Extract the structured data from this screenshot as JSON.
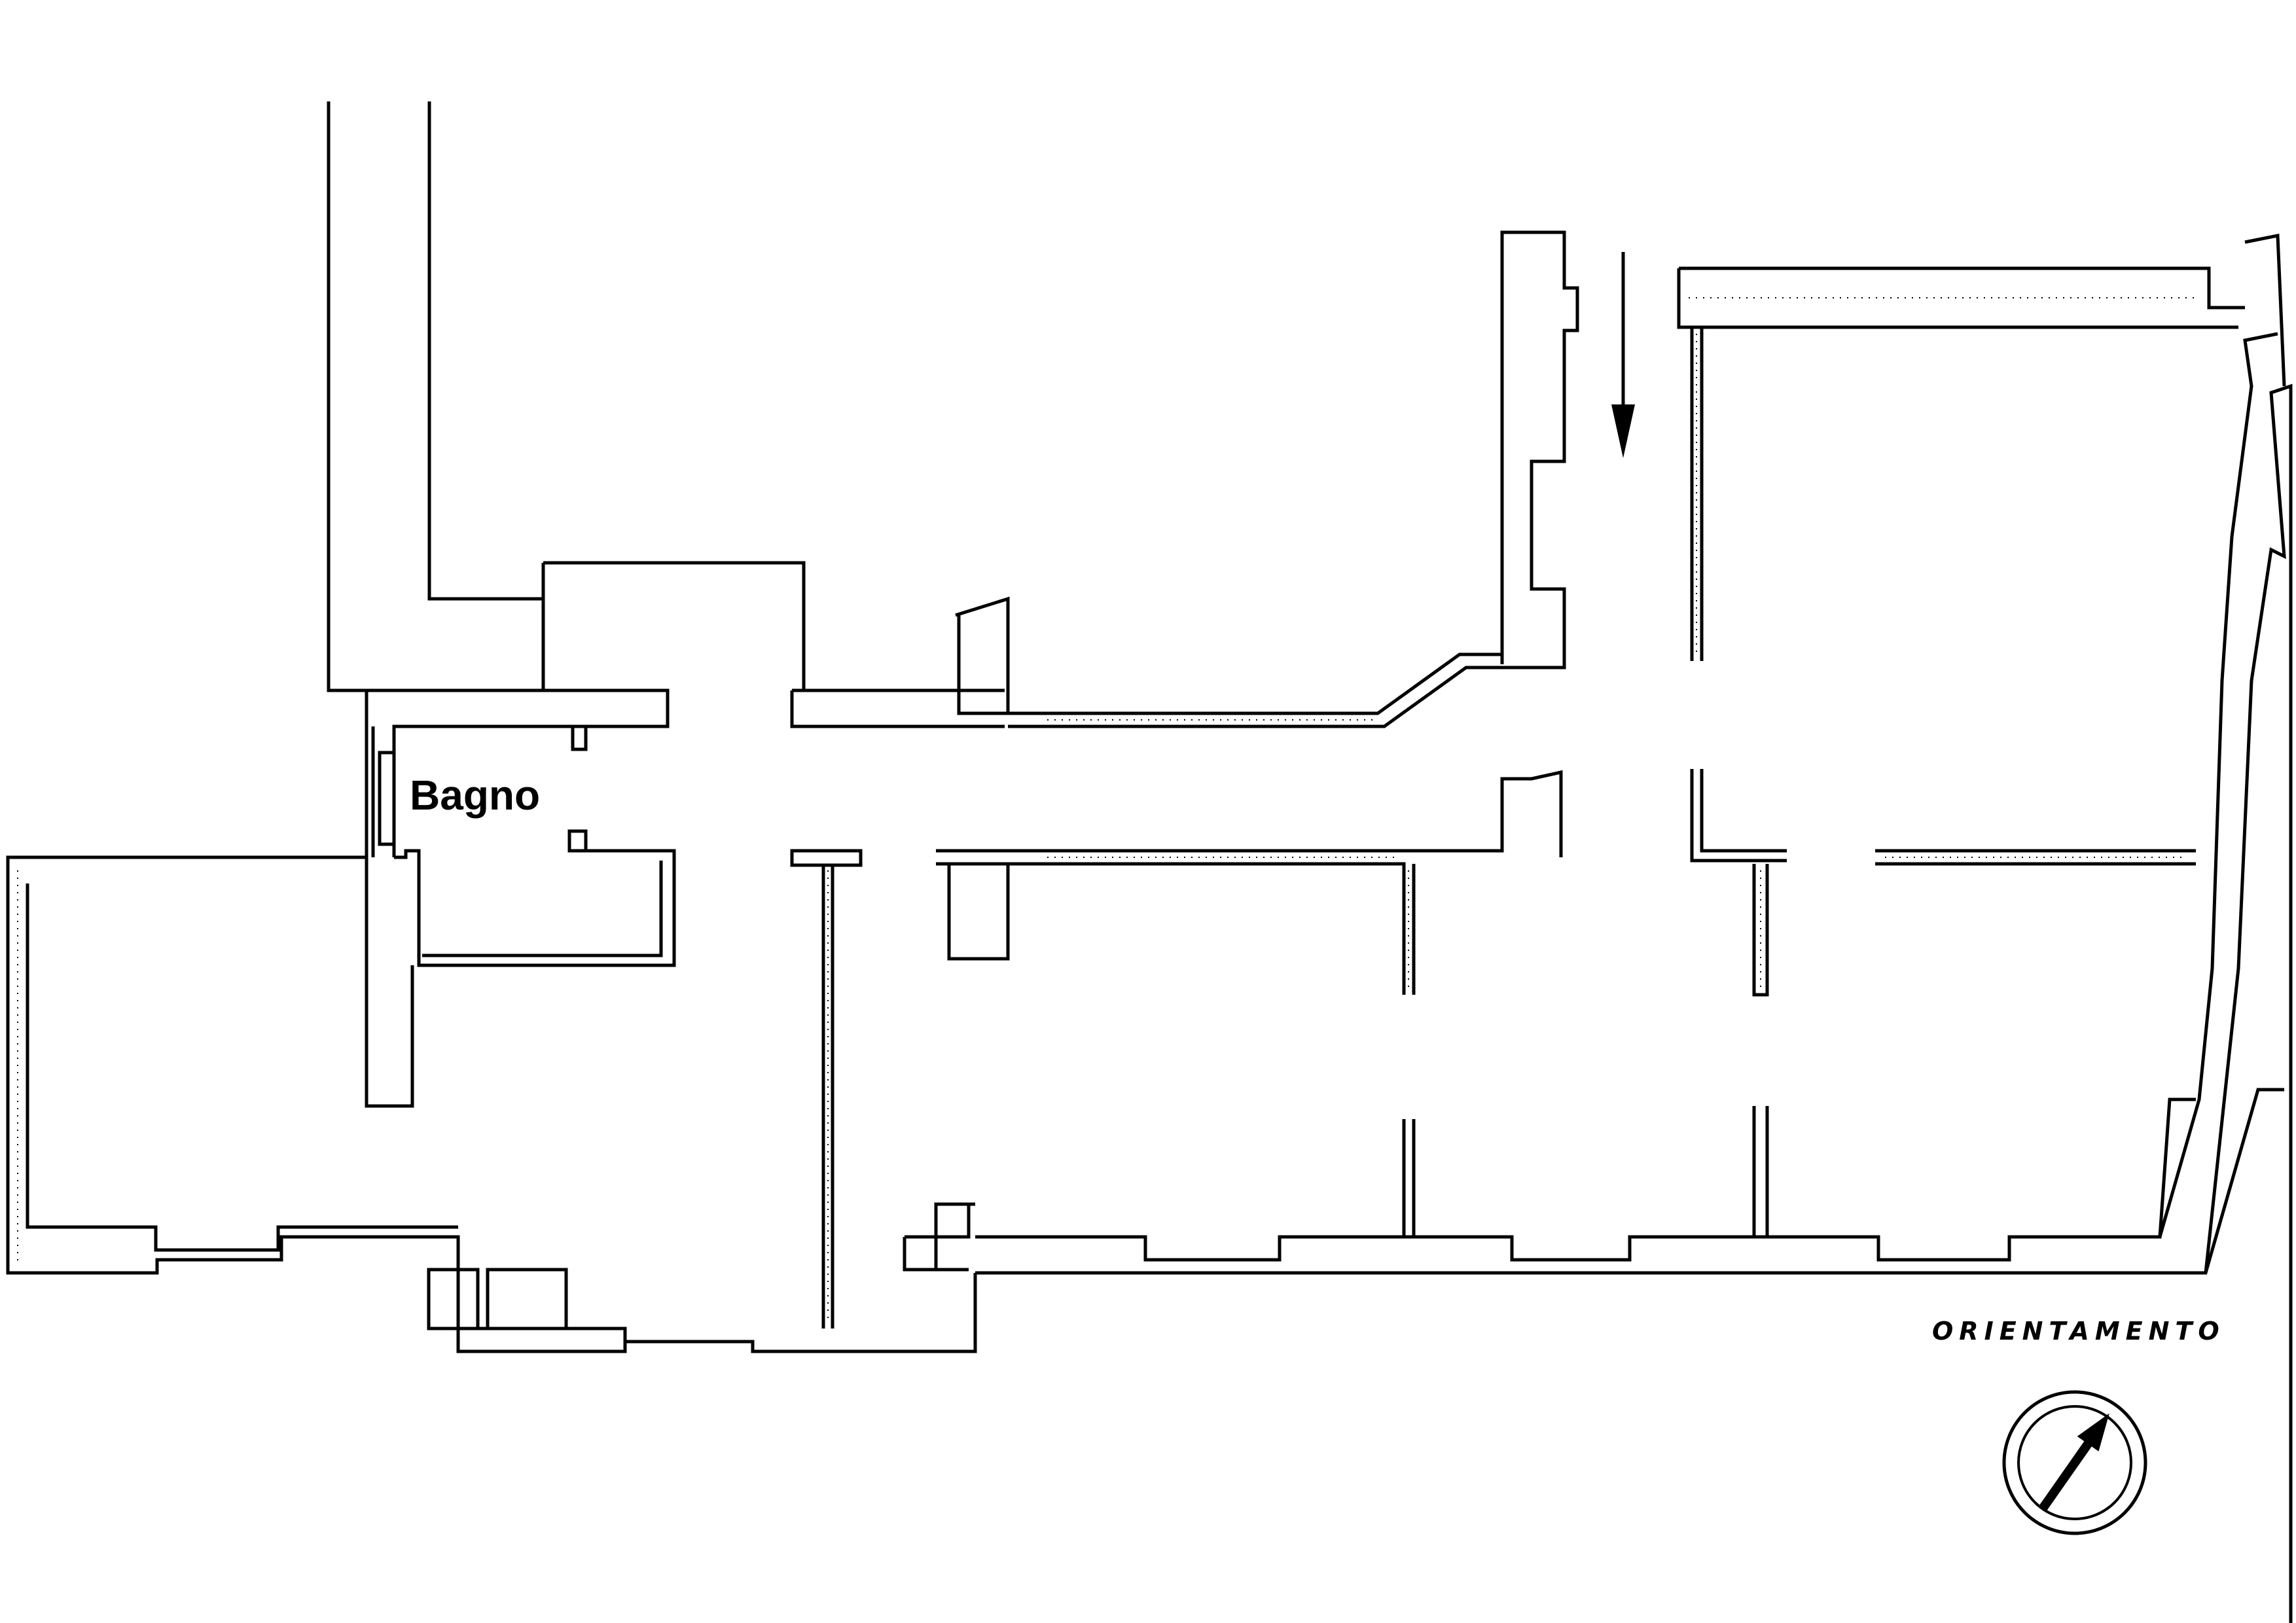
{
  "rooms": [
    {
      "label": "Bagno"
    }
  ],
  "orientation": {
    "label": "ORIENTAMENTO",
    "arrow_bearing_deg": 35
  },
  "entrance_marker": "arrow-down-icon",
  "colors": {
    "line": "#000000",
    "background": "#ffffff"
  }
}
